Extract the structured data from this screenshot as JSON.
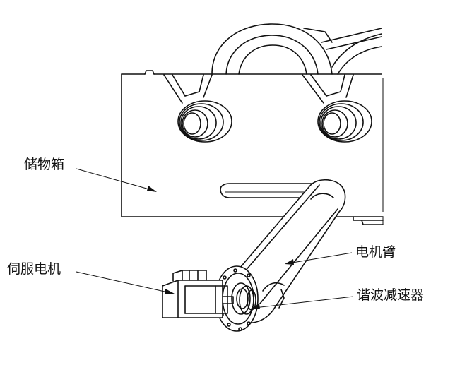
{
  "labels": {
    "storage_box": "储物箱",
    "servo_motor": "伺服电机",
    "motor_arm": "电机臂",
    "harmonic_reducer": "谐波减速器"
  },
  "colors": {
    "line": "#111111",
    "background": "#ffffff"
  }
}
